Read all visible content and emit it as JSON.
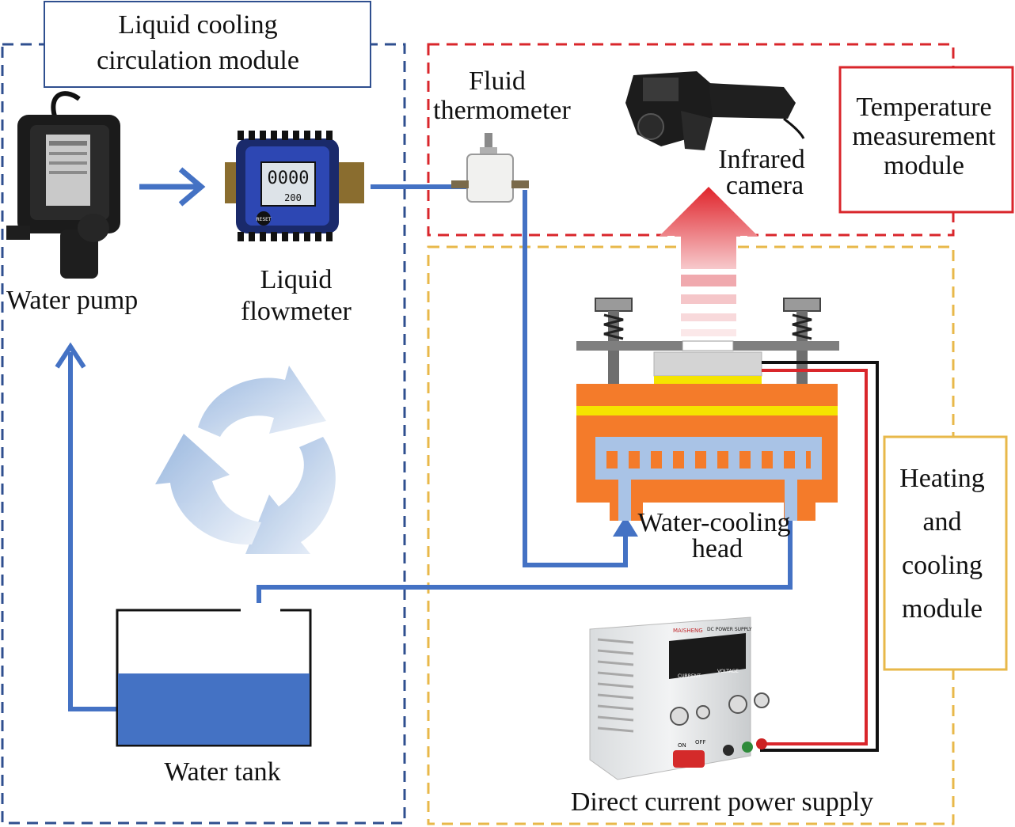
{
  "modules": {
    "liquid_cooling": {
      "title_line1": "Liquid cooling",
      "title_line2": "circulation module"
    },
    "temperature": {
      "title_line1": "Temperature",
      "title_line2": "measurement",
      "title_line3": "module"
    },
    "heating_cooling": {
      "title_line1": "Heating",
      "title_line2": "and",
      "title_line3": "cooling",
      "title_line4": "module"
    }
  },
  "components": {
    "water_pump": "Water pump",
    "flowmeter_line1": "Liquid",
    "flowmeter_line2": "flowmeter",
    "thermometer_line1": "Fluid",
    "thermometer_line2": "thermometer",
    "camera_line1": "Infrared",
    "camera_line2": "camera",
    "cooling_head_line1": "Water-cooling",
    "cooling_head_line2": "head",
    "water_tank": "Water tank",
    "power_supply": "Direct current power supply"
  },
  "device_text": {
    "flowmeter_display_main": "0000",
    "flowmeter_display_sub": "200",
    "flowmeter_reset": "RESET",
    "psu_brand": "MAISHENG",
    "psu_model": "DC POWER SUPPLY",
    "psu_current": "CURRENT",
    "psu_voltage": "VOLTAGE",
    "psu_on": "ON",
    "psu_off": "OFF"
  },
  "colors": {
    "pipe_blue": "#4472c4",
    "tank_water": "#4472c4",
    "module_blue": "#2f4f8f",
    "module_red": "#d9262b",
    "module_gold": "#e8b84a",
    "heatsink_orange": "#f47b2a",
    "fin_lightblue": "#a9c3e6",
    "wire_red": "#d9262b",
    "wire_black": "#111111",
    "heat_arrow_red": "#e0242b"
  }
}
